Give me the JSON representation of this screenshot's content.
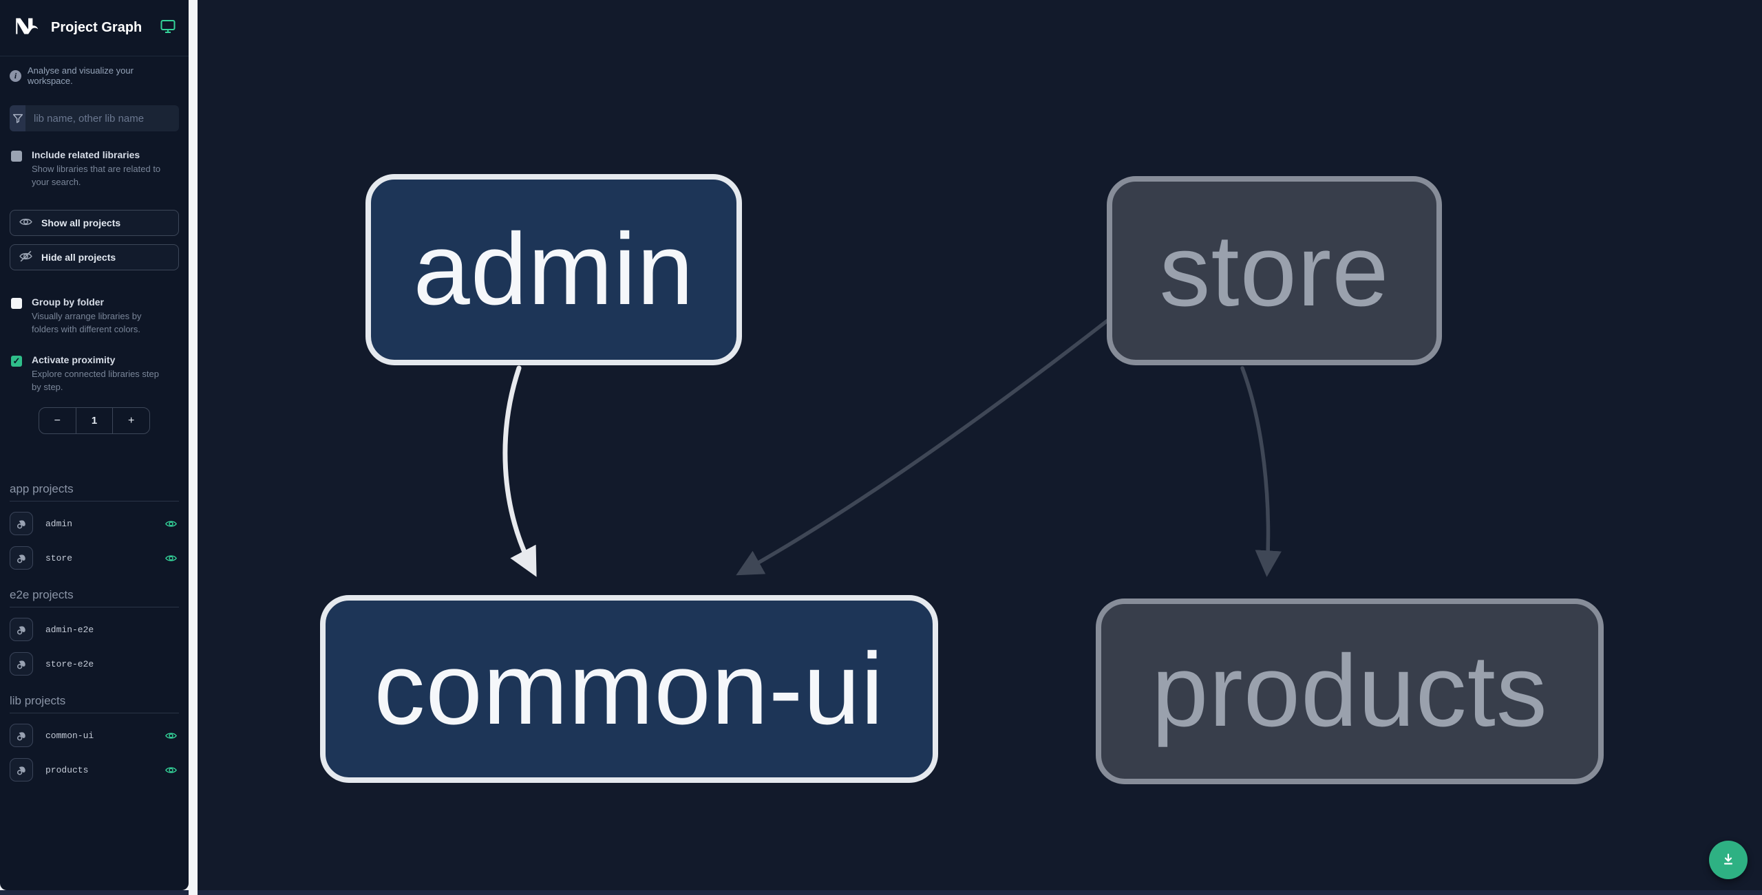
{
  "header": {
    "title": "Project Graph"
  },
  "sidebar": {
    "tagline": "Analyse and visualize your workspace.",
    "search": {
      "placeholder": "lib name, other lib name"
    },
    "options": [
      {
        "label": "Include related libraries",
        "description": "Show libraries that are related to your search.",
        "checked": false
      },
      {
        "label": "Group by folder",
        "description": "Visually arrange libraries by folders with different colors.",
        "checked": false
      },
      {
        "label": "Activate proximity",
        "description": "Explore connected libraries step by step.",
        "checked": true
      }
    ],
    "buttons": {
      "show_all": "Show all projects",
      "hide_all": "Hide all projects"
    },
    "counter": {
      "decrement": "−",
      "value": "1",
      "increment": "+"
    },
    "sections": [
      {
        "title": "app projects",
        "items": [
          {
            "name": "admin",
            "visible": true
          },
          {
            "name": "store",
            "visible": true
          }
        ]
      },
      {
        "title": "e2e projects",
        "items": [
          {
            "name": "admin-e2e",
            "visible": false
          },
          {
            "name": "store-e2e",
            "visible": false
          }
        ]
      },
      {
        "title": "lib projects",
        "items": [
          {
            "name": "common-ui",
            "visible": true
          },
          {
            "name": "products",
            "visible": true
          }
        ]
      }
    ]
  },
  "graph": {
    "nodes": [
      {
        "id": "admin",
        "label": "admin",
        "state": "focused"
      },
      {
        "id": "store",
        "label": "store",
        "state": "muted"
      },
      {
        "id": "common-ui",
        "label": "common-ui",
        "state": "focused"
      },
      {
        "id": "products",
        "label": "products",
        "state": "muted"
      }
    ],
    "edges": [
      {
        "source": "admin",
        "target": "common-ui",
        "state": "focused"
      },
      {
        "source": "store",
        "target": "common-ui",
        "state": "muted"
      },
      {
        "source": "store",
        "target": "products",
        "state": "muted"
      }
    ],
    "checkmark": "✓"
  },
  "colors": {
    "accent_teal": "#34d399",
    "fab_green": "#2eb183",
    "focused_node_fill": "#1d3557",
    "focused_node_border": "#e5e9ee",
    "muted_node_fill": "#383e4b",
    "muted_node_border": "#878d99",
    "sidebar_bg": "#0e1626",
    "canvas_bg": "#121a2b",
    "edge_focused": "#e8eaee",
    "edge_muted": "#3f4756"
  }
}
